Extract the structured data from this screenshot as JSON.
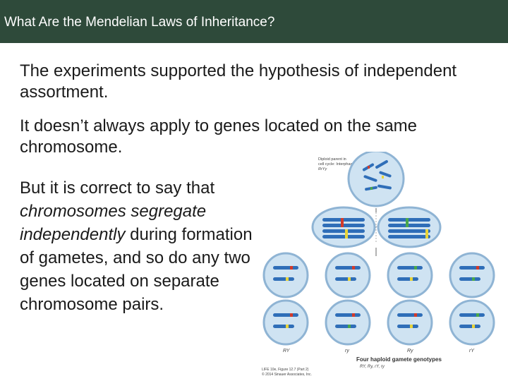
{
  "slide": {
    "title": "What Are the Mendelian Laws of Inheritance?",
    "paragraph1": "The experiments supported the hypothesis of independent assortment.",
    "paragraph2": "It doesn’t always apply to genes located on the same chromosome.",
    "paragraph3": {
      "part1": "But it is correct to say that ",
      "italic": "chromosomes segregate independently",
      "part2": " during formation of gametes, and so do any two genes located on separate chromosome pairs."
    }
  },
  "figure": {
    "top_caption_line1": "Diploid parent in",
    "top_caption_line2": "cell cycle: Interphase I",
    "top_caption_line3": "RrYy",
    "genotype_labels": [
      "RY",
      "ry",
      "Ry",
      "rY"
    ],
    "heading": "Four haploid gamete genotypes",
    "subheading": "RY, Ry, rY, ry",
    "credit_line1": "LIFE 10e, Figure 12.7 (Part 2)",
    "credit_line2": "© 2014 Sinauer Associates, Inc.",
    "colors": {
      "cell_fill": "#cfe3f2",
      "cell_edge": "#8fb4d4",
      "chromosome": "#2f6eb8",
      "allele_red": "#d43a2a",
      "allele_yellow": "#e8d43a",
      "allele_green": "#4aa84a"
    }
  }
}
